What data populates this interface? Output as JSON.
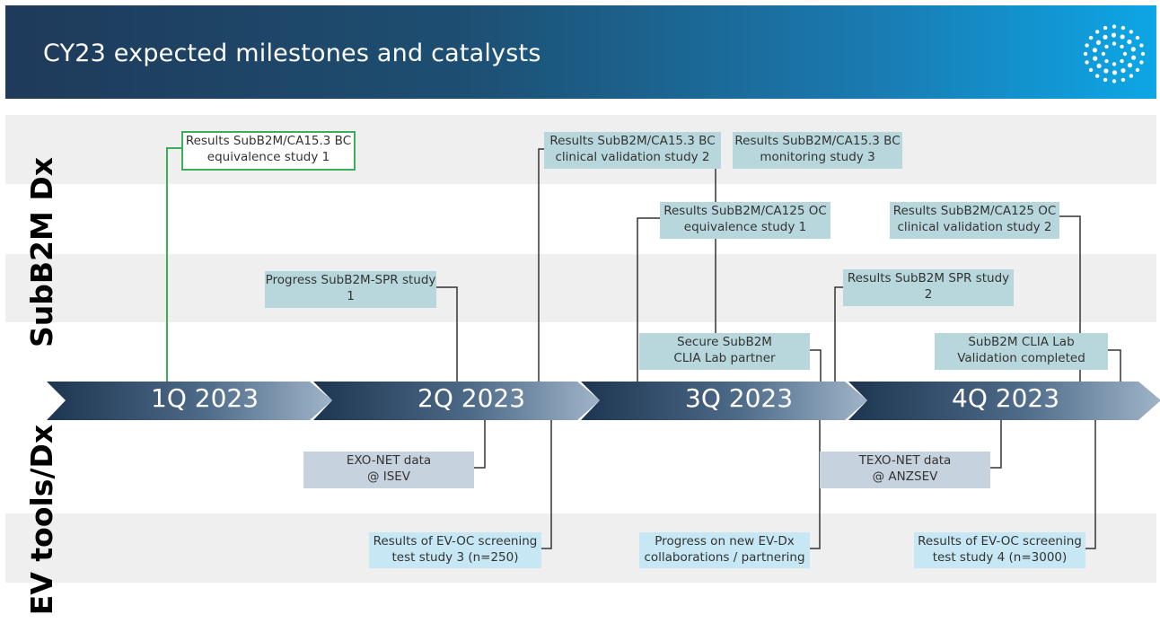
{
  "header": {
    "title": "CY23 expected milestones and catalysts",
    "logo_icon": "dot-ring-logo-icon"
  },
  "rows": {
    "top_label": "SubB2M Dx",
    "bottom_label": "EV tools/Dx"
  },
  "colors": {
    "header_start": "#1f3a5a",
    "header_end": "#0da6e6",
    "teal_box": "#b8d7dd",
    "grey_box": "#c6d3df",
    "light_box": "#c6e7f3",
    "highlight_border": "#3cae5a",
    "arrow_dark": "#1d3550"
  },
  "quarters": [
    "1Q 2023",
    "2Q 2023",
    "3Q 2023",
    "4Q 2023"
  ],
  "milestones_top": {
    "m1": [
      "Results SubB2M/CA15.3 BC",
      "equivalence study 1"
    ],
    "m2": [
      "Progress SubB2M-SPR study",
      "1"
    ],
    "m3": [
      "Results SubB2M/CA15.3 BC",
      "clinical validation study 2"
    ],
    "m4": [
      "Results SubB2M/CA15.3 BC",
      "monitoring study 3"
    ],
    "m5": [
      "Results SubB2M/CA125 OC",
      "equivalence study 1"
    ],
    "m6": [
      "Secure SubB2M",
      "CLIA Lab partner"
    ],
    "m7": [
      "Results SubB2M SPR study",
      "2"
    ],
    "m8": [
      "Results SubB2M/CA125 OC",
      "clinical validation  study 2"
    ],
    "m9": [
      "SubB2M CLIA Lab",
      "Validation completed"
    ]
  },
  "milestones_bottom": {
    "b1": [
      "EXO-NET data",
      "@ ISEV"
    ],
    "b2": [
      "Results of EV-OC screening",
      "test study 3 (n=250)"
    ],
    "b3": [
      "TEXO-NET data",
      "@ ANZSEV"
    ],
    "b4": [
      "Progress on new EV-Dx",
      "collaborations / partnering"
    ],
    "b5": [
      "Results of EV-OC screening",
      "test study 4 (n=3000)"
    ]
  }
}
